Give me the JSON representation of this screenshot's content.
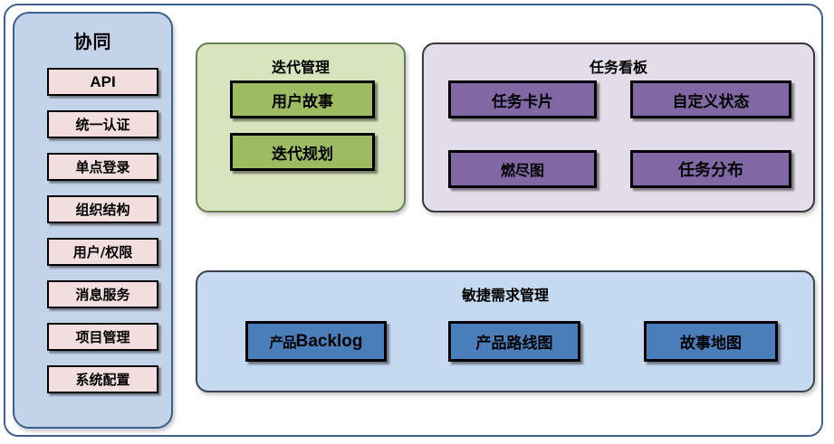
{
  "diagram": {
    "sidebar": {
      "title": "协同",
      "items": [
        {
          "label": "API"
        },
        {
          "label": "统一认证"
        },
        {
          "label": "单点登录"
        },
        {
          "label": "组织结构"
        },
        {
          "label": "用户/权限"
        },
        {
          "label": "消息服务"
        },
        {
          "label": "项目管理"
        },
        {
          "label": "系统配置"
        }
      ]
    },
    "panels": [
      {
        "id": "iteration",
        "title": "迭代管理",
        "fill": "#d7e4bd",
        "border": "#6a7d53",
        "box_fill": "#9dbb61",
        "boxes": [
          {
            "label": "用户故事"
          },
          {
            "label": "迭代规划"
          }
        ]
      },
      {
        "id": "taskboard",
        "title": "任务看板",
        "fill": "#e3dce9",
        "border": "#3b3540",
        "box_fill": "#8167a4",
        "boxes": [
          {
            "label": "任务卡片"
          },
          {
            "label": "自定义状态"
          },
          {
            "label": "燃尽图"
          },
          {
            "label": "任务分布"
          }
        ]
      },
      {
        "id": "agile",
        "title": "敏捷需求管理",
        "fill": "#c5d9f1",
        "border": "#3b4450",
        "box_fill": "#4a7ebb",
        "boxes": [
          {
            "label_cjk": "产品",
            "label_latin": "Backlog"
          },
          {
            "label": "产品路线图"
          },
          {
            "label": "故事地图"
          }
        ]
      }
    ],
    "colors": {
      "outer_border": "#3f5f8f",
      "sidebar_fill": "#c3d4ea",
      "sidebar_border": "#39618f",
      "sidebar_item_fill": "#f2dedf",
      "box_border": "#000000",
      "background": "#ffffff"
    }
  }
}
